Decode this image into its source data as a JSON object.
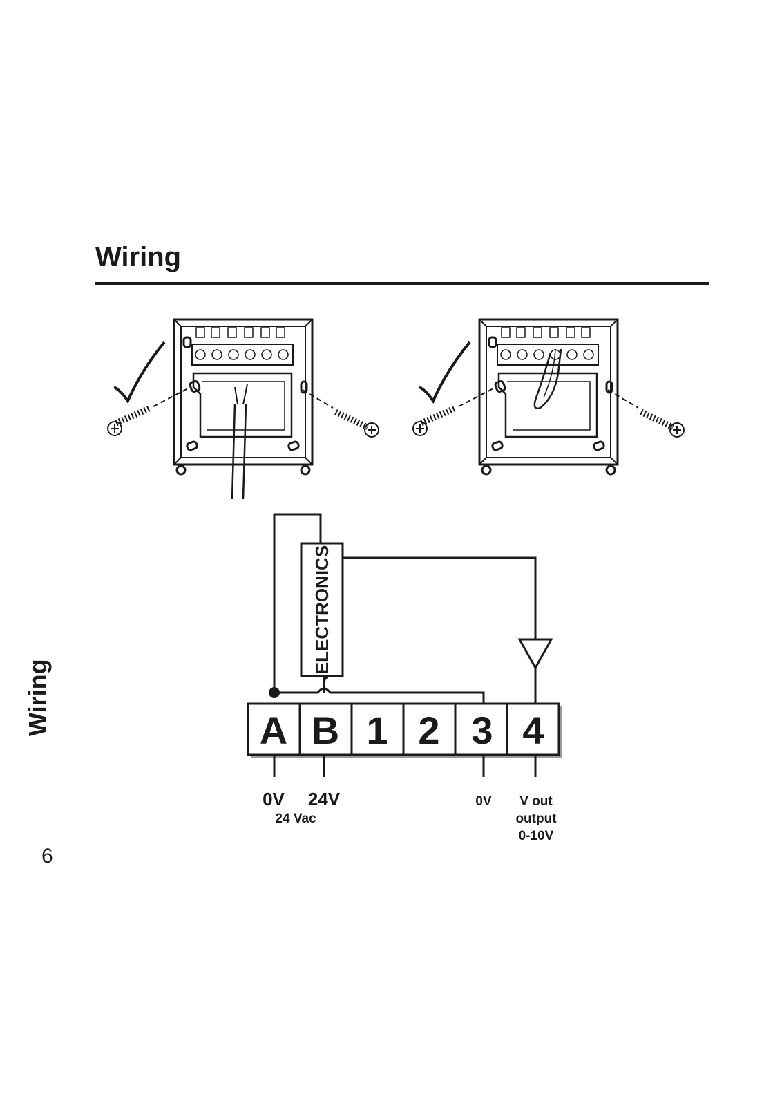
{
  "page": {
    "title": "Wiring",
    "side_tab": "Wiring",
    "page_number": "6"
  },
  "illustrations": {
    "left_mount": {
      "checkmark": "check-icon",
      "screws": "screw-icon"
    },
    "right_mount": {
      "checkmark": "check-icon",
      "screws": "screw-icon"
    }
  },
  "schematic": {
    "module_label": "ELECTRONICS",
    "terminals": [
      "A",
      "B",
      "1",
      "2",
      "3",
      "4"
    ],
    "labels": {
      "a_main": "0V",
      "b_main": "24V",
      "ab_sub": "24 Vac",
      "t3_main": "0V",
      "t4_line1": "V out",
      "t4_line2": "output",
      "t4_line3": "0-10V"
    }
  }
}
